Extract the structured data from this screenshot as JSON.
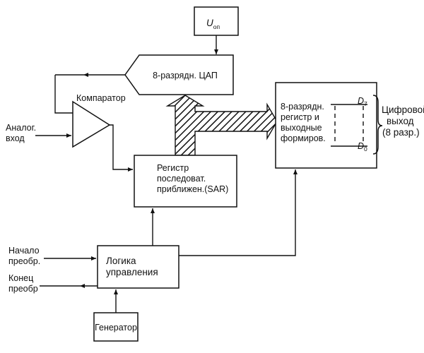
{
  "blocks": {
    "reference": {
      "symbol": "U",
      "subscript": "оп"
    },
    "dac": {
      "label": "8-разрядн. ЦАП"
    },
    "comparator": {
      "label": "Компаратор"
    },
    "sar": {
      "lines": [
        "Регистр",
        "последоват.",
        "приближен.(SAR)"
      ]
    },
    "output_register": {
      "lines": [
        "8-разрядн.",
        "регистр и",
        "выходные",
        "формиров."
      ]
    },
    "control_logic": {
      "lines": [
        "Логика",
        "управления"
      ]
    },
    "generator": {
      "label": "Генератор"
    }
  },
  "signals": {
    "analog_input": [
      "Аналог.",
      "вход"
    ],
    "start": [
      "Начало",
      "преобр."
    ],
    "end": [
      "Конец",
      "преобр"
    ],
    "d7": {
      "symbol": "D",
      "subscript": "7"
    },
    "d0": {
      "symbol": "D",
      "subscript": "0"
    },
    "digital_output": [
      "Цифровой",
      "выход",
      "(8 разр.)"
    ]
  }
}
